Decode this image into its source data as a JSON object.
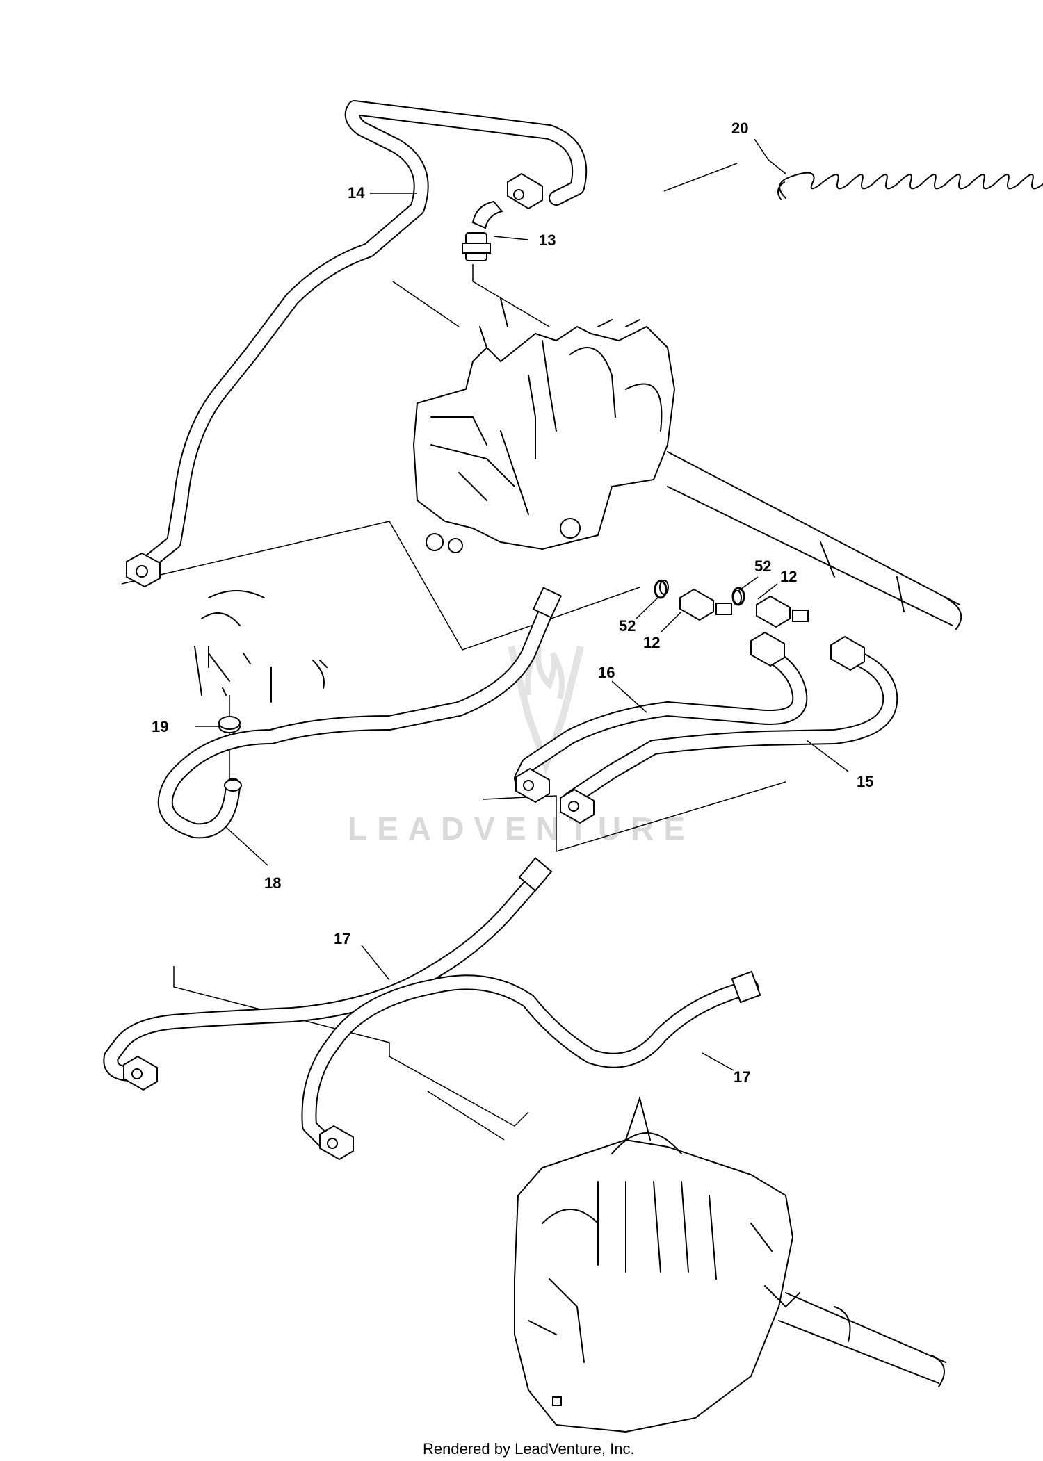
{
  "diagram": {
    "labels": {
      "l12a": "12",
      "l12b": "12",
      "l13": "13",
      "l14": "14",
      "l15": "15",
      "l16": "16",
      "l17a": "17",
      "l17b": "17",
      "l18": "18",
      "l19": "19",
      "l20": "20",
      "l52a": "52",
      "l52b": "52"
    },
    "watermark": "LEADVENTURE",
    "footer": "Rendered by LeadVenture, Inc."
  },
  "colors": {
    "line": "#000000",
    "background": "#ffffff",
    "watermark": "#d9d9d9"
  }
}
